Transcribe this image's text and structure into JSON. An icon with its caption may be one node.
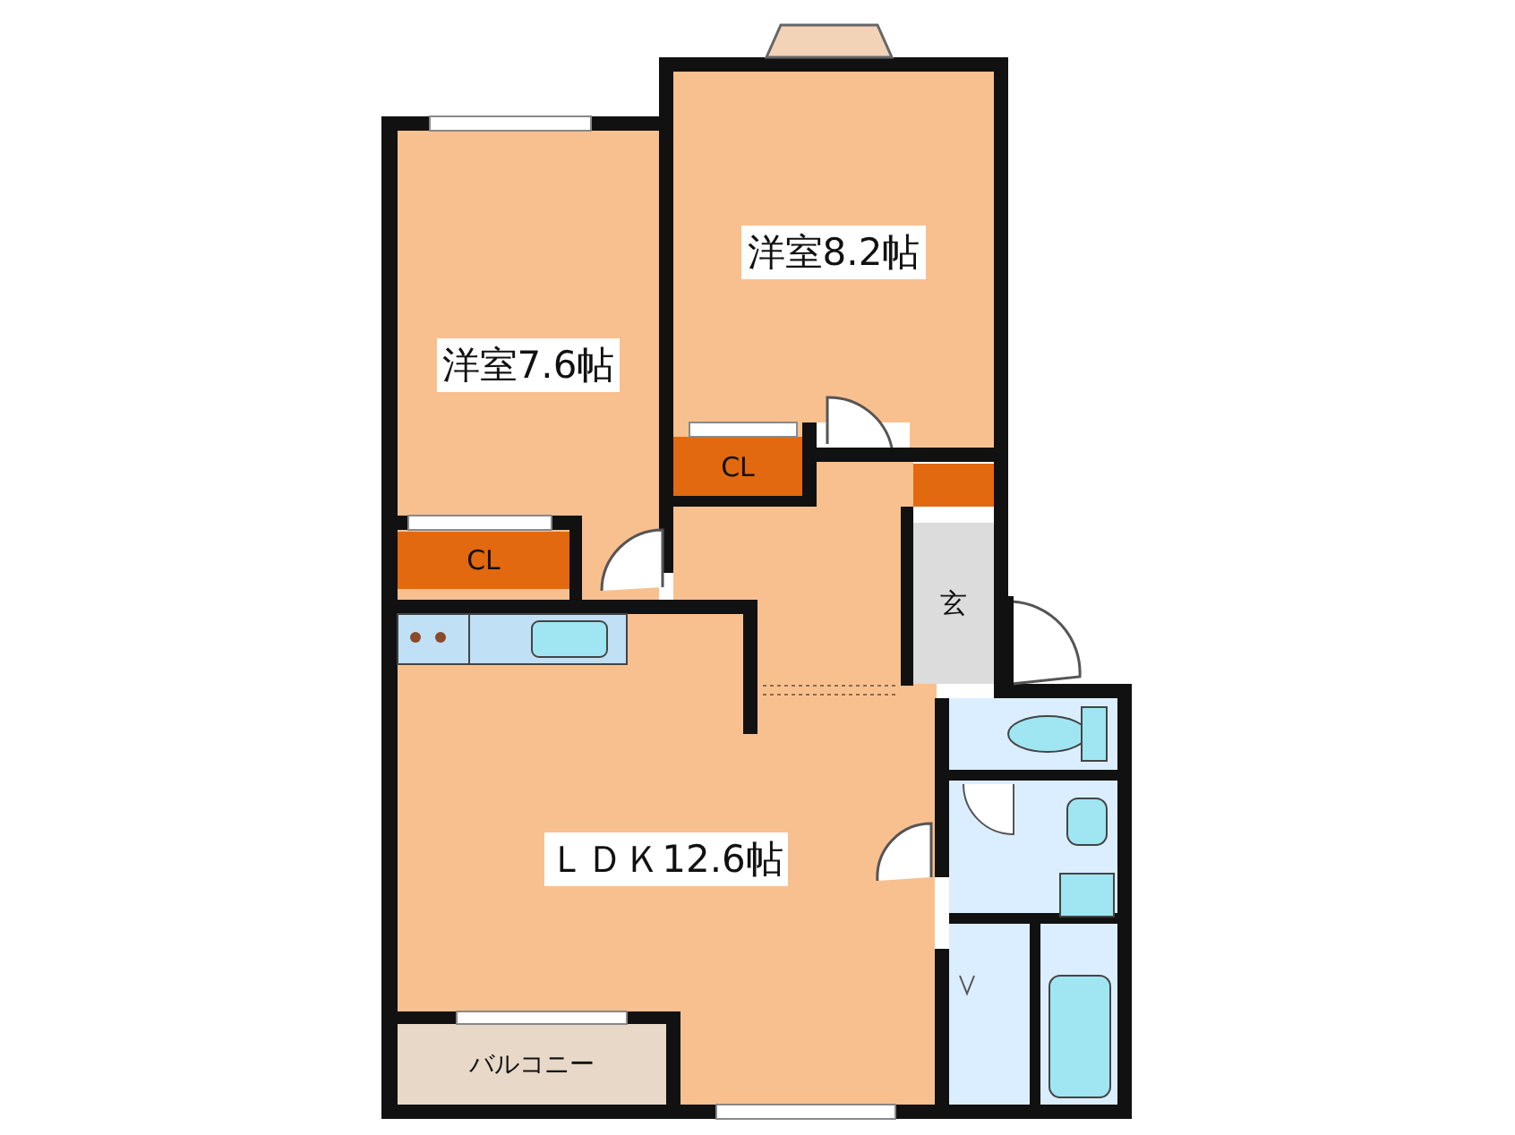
{
  "diagram": {
    "nodes": [
      {
        "text": [
          "洋室7.6帖"
        ]
      },
      {
        "text": [
          "洋室8.2帖"
        ]
      },
      {
        "text": [
          "CL"
        ],
        "in": 0
      },
      {
        "text": [
          "CL"
        ]
      },
      {
        "text": [
          "玄"
        ]
      },
      {
        "text": [
          "ＬＤＫ12.6帖"
        ]
      },
      {
        "text": [
          "バルコニー"
        ],
        "in": 5
      }
    ]
  }
}
